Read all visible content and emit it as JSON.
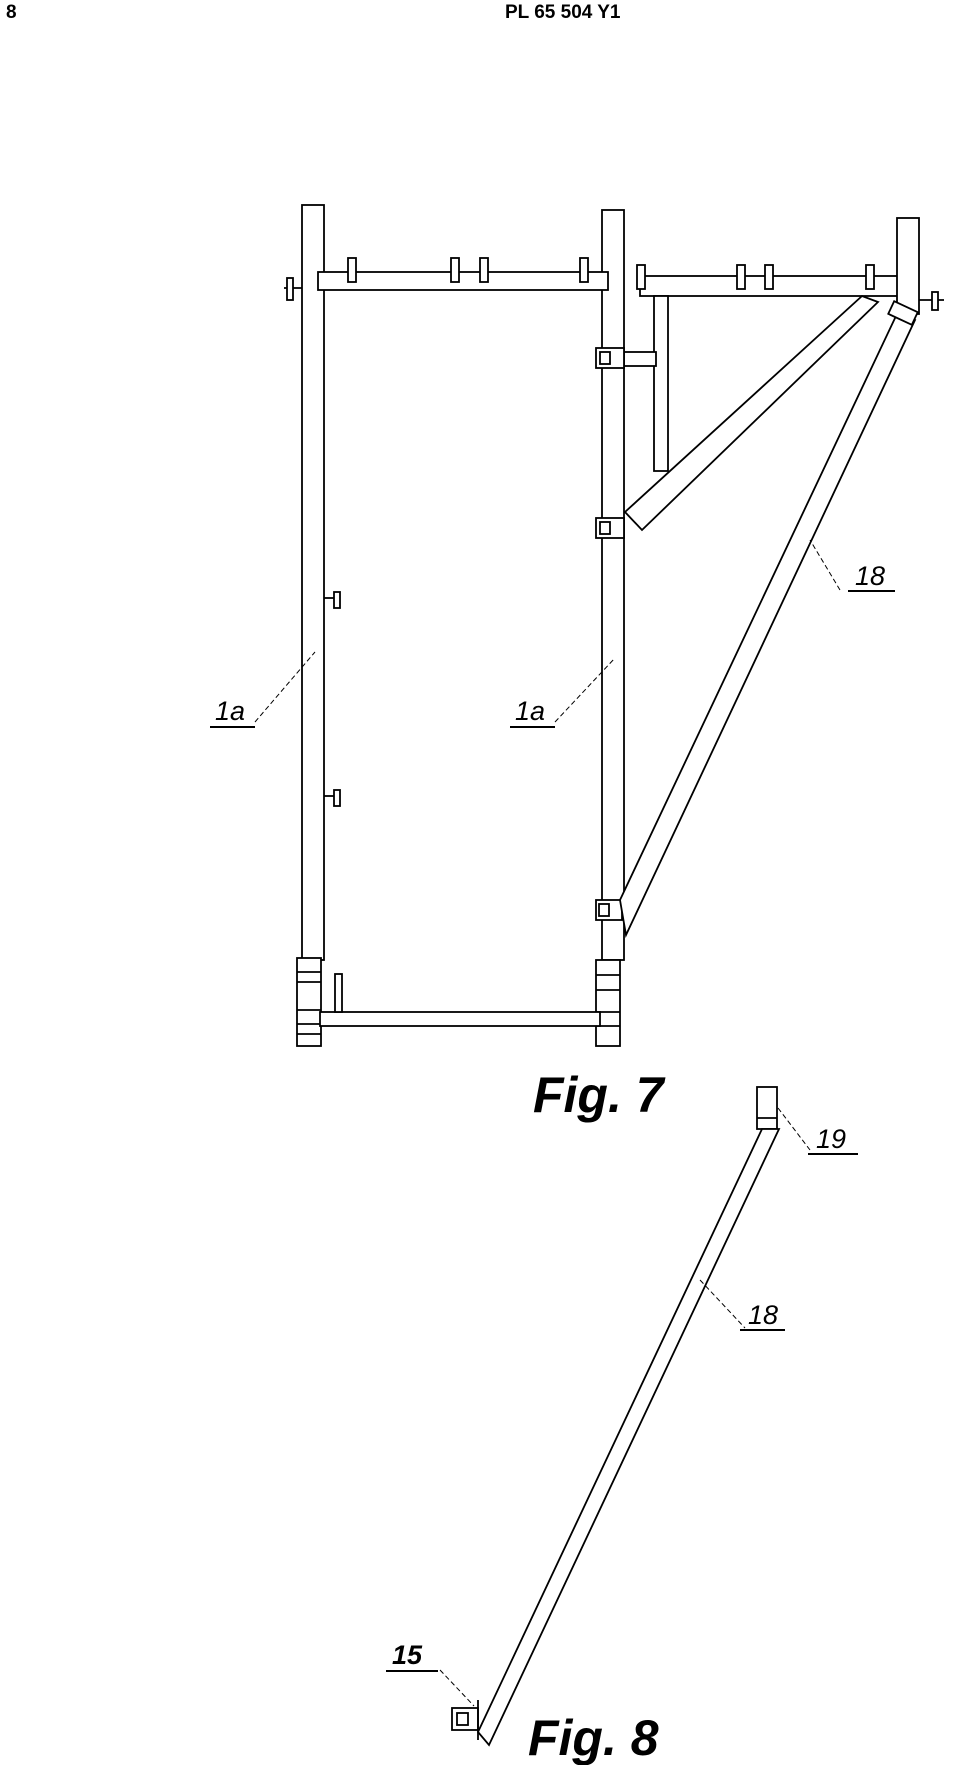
{
  "header": {
    "page_number": "8",
    "document_id": "PL 65 504 Y1"
  },
  "figures": [
    {
      "caption": "Fig. 7",
      "labels": [
        "1a",
        "1a",
        "18"
      ]
    },
    {
      "caption": "Fig. 8",
      "labels": [
        "19",
        "18",
        "15"
      ]
    }
  ]
}
